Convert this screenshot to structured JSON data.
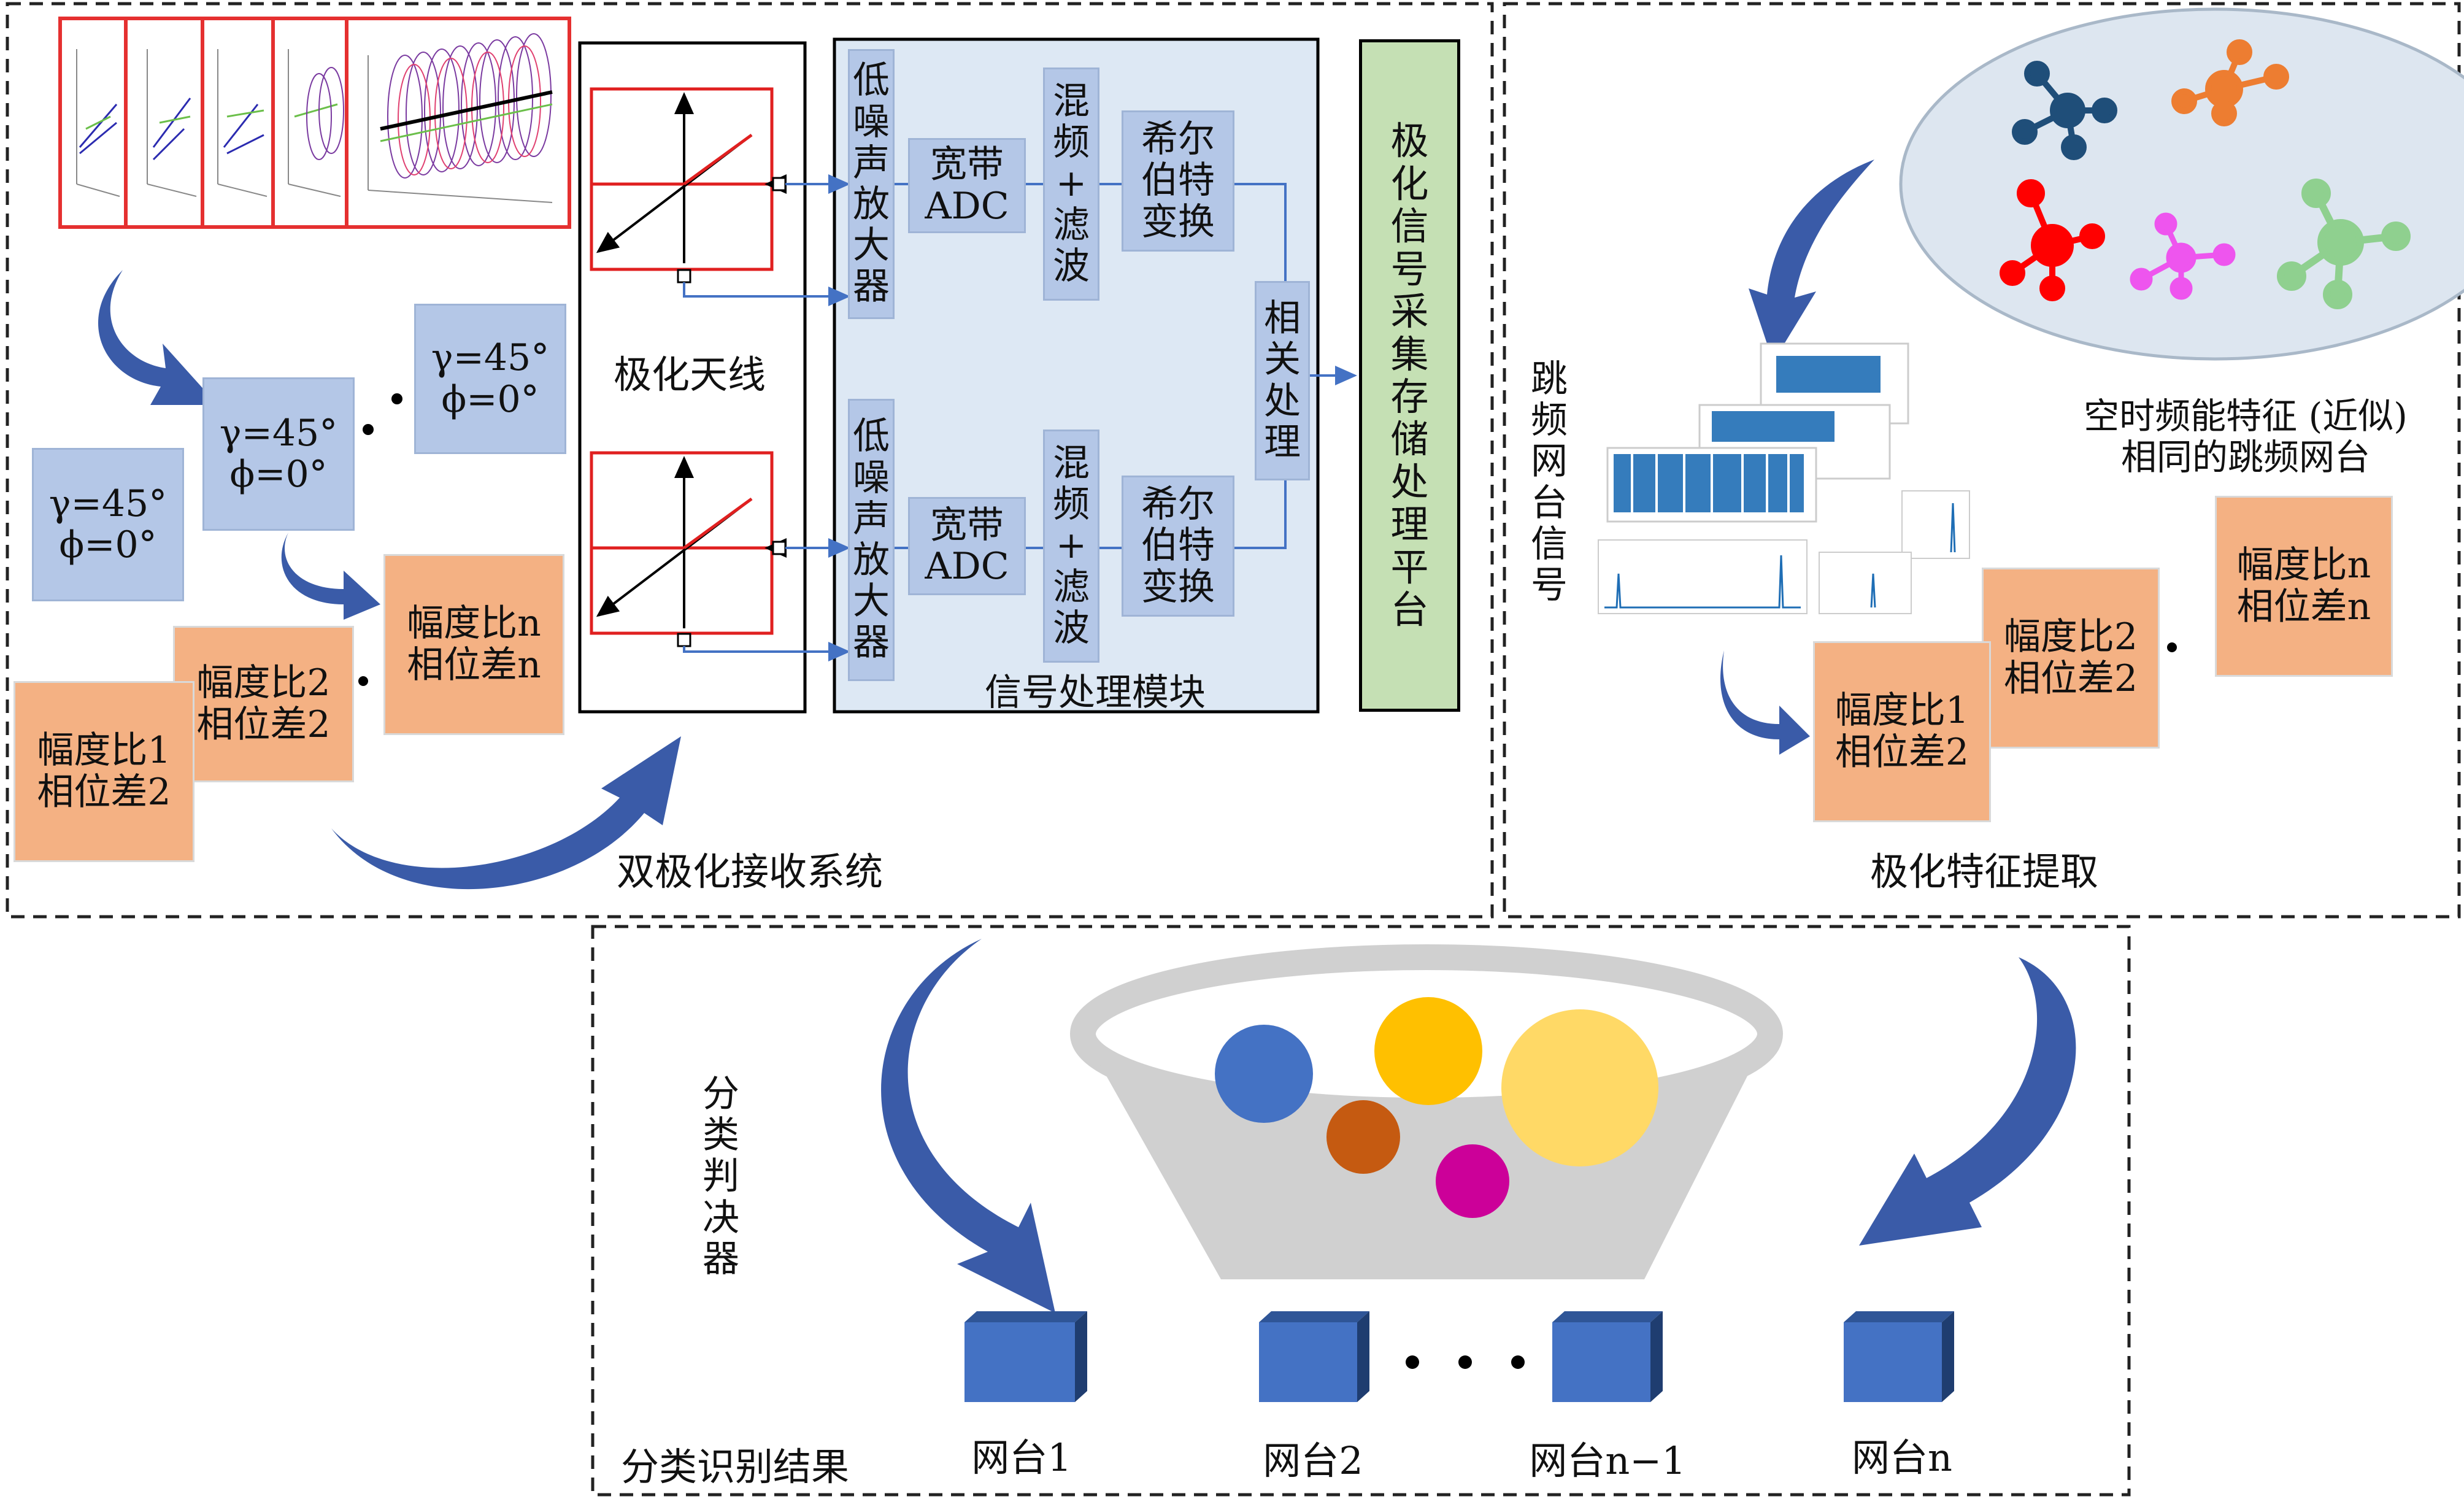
{
  "receiver": {
    "system_label": "双极化接收系统",
    "antenna_label": "极化天线",
    "lna_chars": [
      "低",
      "噪",
      "声",
      "放",
      "大",
      "器"
    ],
    "adc_line1": "宽带",
    "adc_line2": "ADC",
    "mix_chars": [
      "混",
      "频",
      "+",
      "滤",
      "波"
    ],
    "hilbert_lines": [
      "希尔",
      "伯特",
      "变换"
    ],
    "corr_chars": [
      "相",
      "关",
      "处",
      "理"
    ],
    "module_label": "信号处理模块",
    "platform_chars": [
      "极",
      "化",
      "信",
      "号",
      "采",
      "集",
      "存",
      "储",
      "处",
      "理",
      "平",
      "台"
    ],
    "pol_card_line1": "γ=45°",
    "pol_card_line2": "ϕ=0°",
    "ratio_cards": [
      {
        "line1": "幅度比1",
        "line2": "相位差2"
      },
      {
        "line1": "幅度比2",
        "line2": "相位差2"
      },
      {
        "line1": "幅度比n",
        "line2": "相位差n"
      }
    ]
  },
  "feature": {
    "section_label": "极化特征提取",
    "signal_chars": [
      "跳",
      "频",
      "网",
      "台",
      "信",
      "号"
    ],
    "network_line1": "空时频能特征 (近似)",
    "network_line2": "相同的跳频网台",
    "ratio_cards": [
      {
        "line1": "幅度比1",
        "line2": "相位差2"
      },
      {
        "line1": "幅度比2",
        "line2": "相位差2"
      },
      {
        "line1": "幅度比n",
        "line2": "相位差n"
      }
    ]
  },
  "classify": {
    "decision_chars": [
      "分",
      "类",
      "判",
      "决",
      "器"
    ],
    "result_label": "分类识别结果",
    "outputs": [
      "网台1",
      "网台2",
      "网台n−1",
      "网台n"
    ]
  },
  "colors": {
    "blue_fill": "#b4c7e7",
    "orange_fill": "#f4b183",
    "green_fill": "#c5e0b4",
    "cube_blue": "#4472c4",
    "arrow_blue": "#3a5ba8",
    "antenna_red": "#e02020"
  }
}
